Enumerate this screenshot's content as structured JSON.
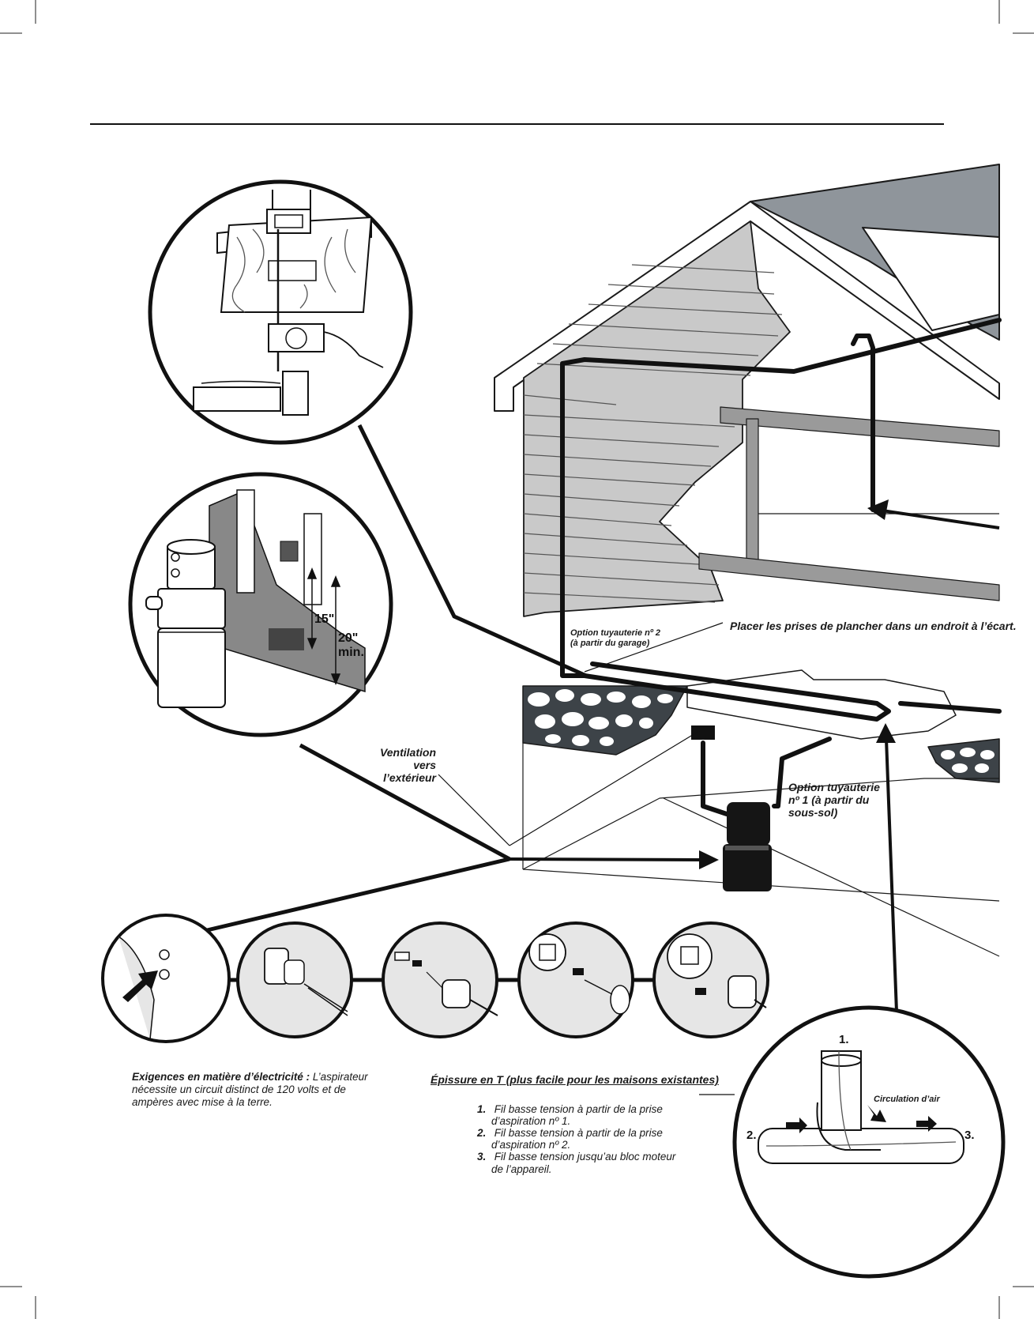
{
  "labels": {
    "option2_line1": "Option tuyauterie nº 2",
    "option2_line2": "(à partir du garage)",
    "floor_inlets": "Placer les prises de plancher dans un endroit à l’écart.",
    "vent_line1": "Ventilation vers",
    "vent_line2": "l’extérieur",
    "option1_line1": "Option tuyauterie",
    "option1_line2": "nº 1 (à partir du",
    "option1_line3": "sous-sol)"
  },
  "dimensions": {
    "d15": "15\"",
    "d20": "20\"",
    "dmin": "min."
  },
  "electrical": {
    "heading": "Exigences en matière d’électricité :",
    "text_a": " L’aspirateur",
    "text_b": "nécessite un circuit distinct de 120 volts et de",
    "text_c": "ampères avec mise à la terre."
  },
  "tsplice": {
    "title": "Épissure en T (plus facile pour les maisons existantes)",
    "items": [
      {
        "num": "1.",
        "line1": " Fil basse tension à partir de la prise",
        "line2": "d’aspiration nº 1."
      },
      {
        "num": "2.",
        "line1": " Fil basse tension à partir de la prise",
        "line2": "d’aspiration nº 2."
      },
      {
        "num": "3.",
        "line1": " Fil basse tension jusqu’au bloc moteur",
        "line2": "de l’appareil."
      }
    ],
    "airflow": "Circulation d’air",
    "n1": "1.",
    "n2": "2.",
    "n3": "3."
  },
  "colors": {
    "ink": "#1a1a1a",
    "roof": "#8f959b",
    "siding": "#c9c9c9",
    "truss": "#9a9a9a",
    "stone": "#3d4348",
    "panel": "#e6e6e6"
  }
}
